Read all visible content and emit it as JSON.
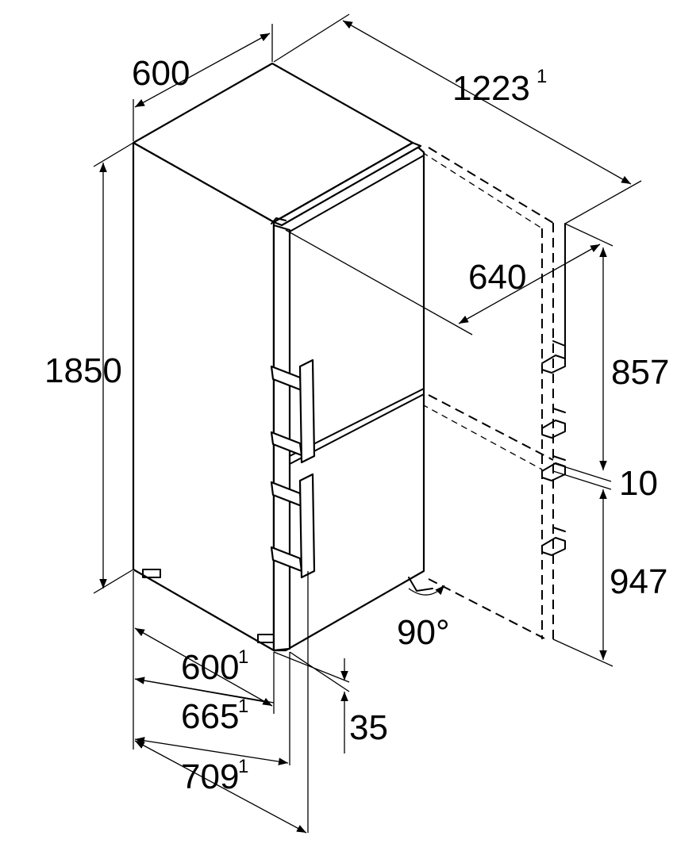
{
  "dimensions": {
    "width_top": "600",
    "depth_door_open": "1223",
    "depth_door_open_note": "1",
    "height": "1850",
    "door_swing_depth": "640",
    "upper_door_height": "857",
    "door_gap": "10",
    "lower_door_height": "947",
    "opening_angle": "90°",
    "depth_body": "600",
    "depth_body_note": "1",
    "depth_with_door": "665",
    "depth_with_door_note": "1",
    "depth_with_handle": "709",
    "depth_with_handle_note": "1",
    "handle_projection": "35"
  },
  "colors": {
    "line": "#000000",
    "background": "#ffffff"
  }
}
